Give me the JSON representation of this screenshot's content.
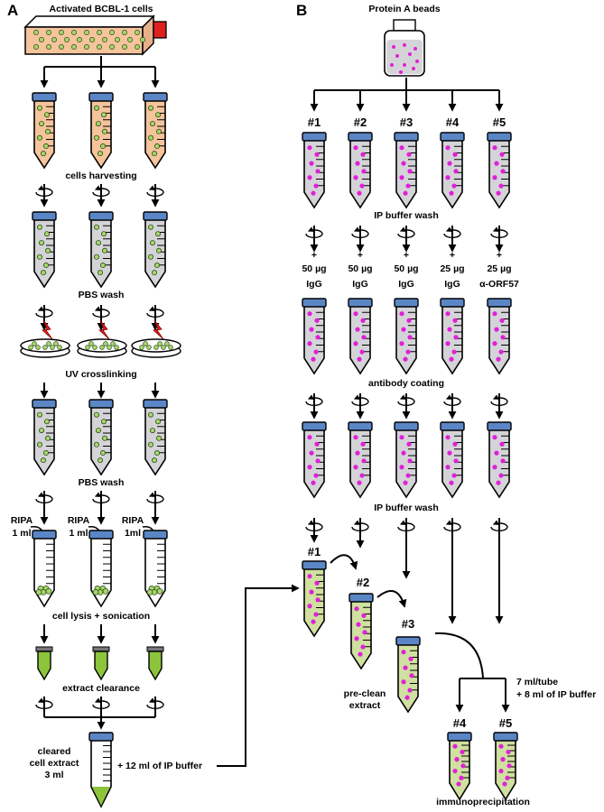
{
  "panels": {
    "a": "A",
    "b": "B"
  },
  "a": {
    "title": "Activated BCBL-1 cells",
    "steps": {
      "harvest": "cells harvesting",
      "pbs_wash_1": "PBS wash",
      "uv": "UV crosslinking",
      "pbs_wash_2": "PBS wash",
      "lysis": "cell lysis + sonication",
      "clearance": "extract clearance"
    },
    "ripa": [
      {
        "line1": "RIPA",
        "line2": "1 ml"
      },
      {
        "line1": "RIPA",
        "line2": "1 ml"
      },
      {
        "line1": "RIPA",
        "line2": "1ml"
      }
    ],
    "cleared": {
      "line1": "cleared",
      "line2": "cell extract",
      "line3": "3 ml"
    },
    "ip_buffer_add": "+ 12 ml of IP buffer"
  },
  "b": {
    "title": "Protein A beads",
    "tube_numbers": [
      "#1",
      "#2",
      "#3",
      "#4",
      "#5"
    ],
    "steps": {
      "ip_wash_1": "IP buffer wash",
      "coating": "antibody coating",
      "ip_wash_2": "IP buffer wash",
      "preclean_1": "pre-clean",
      "preclean_2": "extract",
      "ip": "immunoprecipitation"
    },
    "antibodies": [
      {
        "plus": "+",
        "amount": "50 µg",
        "name": "IgG"
      },
      {
        "plus": "+",
        "amount": "50 µg",
        "name": "IgG"
      },
      {
        "plus": "+",
        "amount": "50 µg",
        "name": "IgG"
      },
      {
        "plus": "+",
        "amount": "25 µg",
        "name": "IgG"
      },
      {
        "plus": "+",
        "amount": "25 µg",
        "name": "α-ORF57"
      }
    ],
    "transfer": {
      "line1": "7 ml/tube",
      "line2": "+ 8 ml of IP buffer"
    }
  },
  "colors": {
    "cell_medium": "#f5c49c",
    "cell": "#a8d66a",
    "cap": "#5b86c6",
    "tube_grey": "#d4d4d8",
    "lysate": "#cfe0a0",
    "clear_extract": "#8cc43c",
    "bead": "#e020d8",
    "spark": "#e02020"
  }
}
